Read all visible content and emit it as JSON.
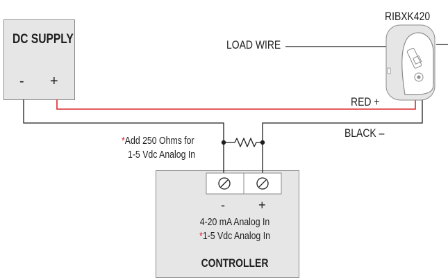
{
  "dc_supply": {
    "title": "DC SUPPLY",
    "minus": "-",
    "plus": "+"
  },
  "sensor": {
    "model": "RIBXK420"
  },
  "wires": {
    "load_wire": "LOAD WIRE",
    "red": "RED +",
    "black": "BLACK –"
  },
  "note": {
    "asterisk": "*",
    "line1": "Add 250 Ohms for",
    "line2": "1-5 Vdc Analog In"
  },
  "controller": {
    "minus": "-",
    "plus": "+",
    "input1": "4-20 mA Analog In",
    "input2_asterisk": "*",
    "input2": "1-5 Vdc Analog In",
    "title": "CONTROLLER"
  },
  "colors": {
    "red_wire": "#d9262e",
    "black_wire": "#1e1e1e",
    "box_fill": "#e6e6e6",
    "box_border": "#8a8a8a"
  }
}
